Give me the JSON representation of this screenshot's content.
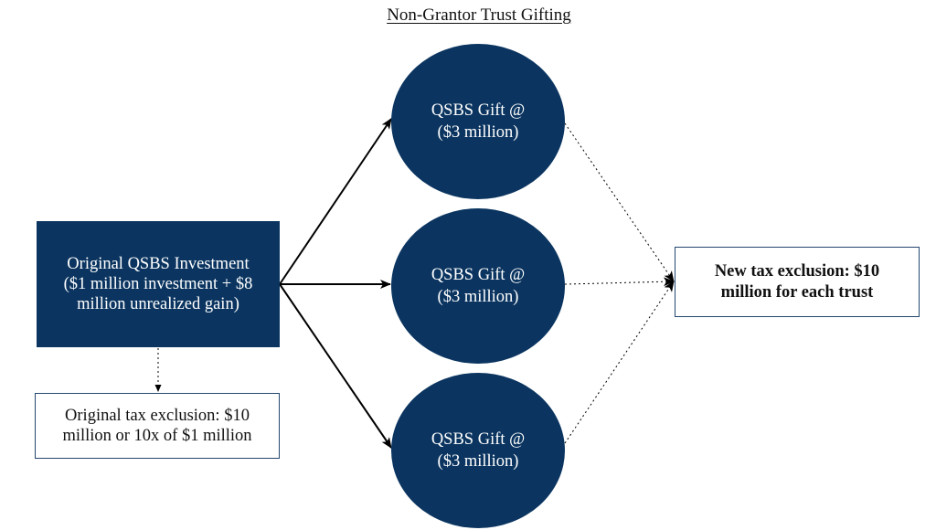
{
  "title": "Non-Grantor Trust Gifting",
  "source": {
    "text": "Original QSBS Investment\n($1 million investment + $8\nmillion unrealized gain)"
  },
  "original_exclusion": {
    "text": "Original tax exclusion: $10\nmillion or 10x of $1 million"
  },
  "gifts": [
    {
      "text": "QSBS Gift @\n($3 million)"
    },
    {
      "text": "QSBS Gift @\n($3 million)"
    },
    {
      "text": "QSBS Gift @\n($3 million)"
    }
  ],
  "new_exclusion": {
    "text": "New tax exclusion: $10\nmillion for each trust"
  },
  "colors": {
    "navy_fill": "#0b3560",
    "box_border": "#24476e",
    "arrow": "#000000",
    "text_dark": "#111111"
  }
}
